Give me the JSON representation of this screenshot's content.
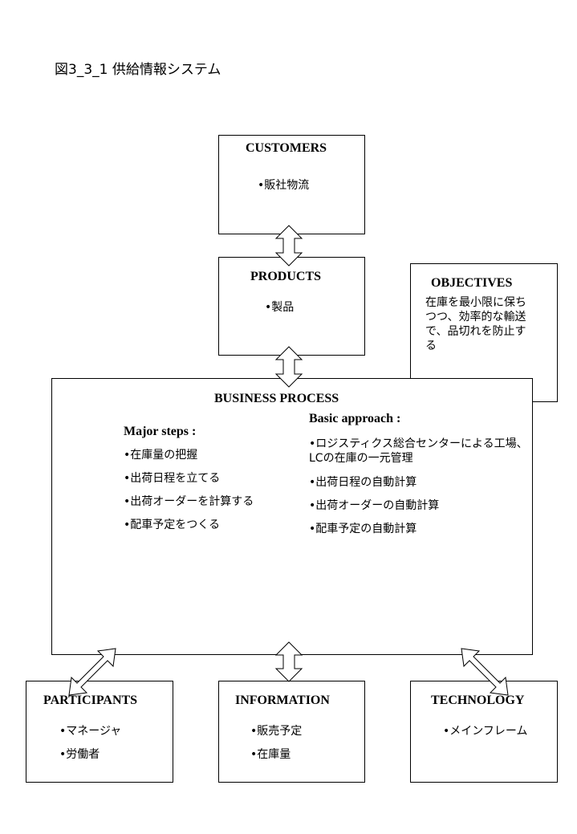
{
  "title": "図3_3_1 供給情報システム",
  "customers": {
    "heading": "CUSTOMERS",
    "items": [
      "•販社物流"
    ]
  },
  "products": {
    "heading": "PRODUCTS",
    "items": [
      "•製品"
    ]
  },
  "objectives": {
    "heading": "OBJECTIVES",
    "lines": [
      "在庫を最小限に保ち",
      "つつ、効率的な輸送",
      "で、品切れを防止す",
      "る"
    ]
  },
  "business_process": {
    "heading": "BUSINESS PROCESS",
    "major_heading": "Major steps :",
    "major_items": [
      "•在庫量の把握",
      "•出荷日程を立てる",
      "•出荷オーダーを計算する",
      "•配車予定をつくる"
    ],
    "basic_heading": "Basic approach :",
    "basic_items": [
      "•ロジスティクス総合センターによる工場、",
      "LCの在庫の一元管理",
      "•出荷日程の自動計算",
      "•出荷オーダーの自動計算",
      "•配車予定の自動計算"
    ]
  },
  "participants": {
    "heading": "PARTICIPANTS",
    "items": [
      "•マネージャ",
      "•労働者"
    ]
  },
  "information": {
    "heading": "INFORMATION",
    "items": [
      "•販売予定",
      "•在庫量"
    ]
  },
  "technology": {
    "heading": "TECHNOLOGY",
    "items": [
      "•メインフレーム"
    ]
  }
}
